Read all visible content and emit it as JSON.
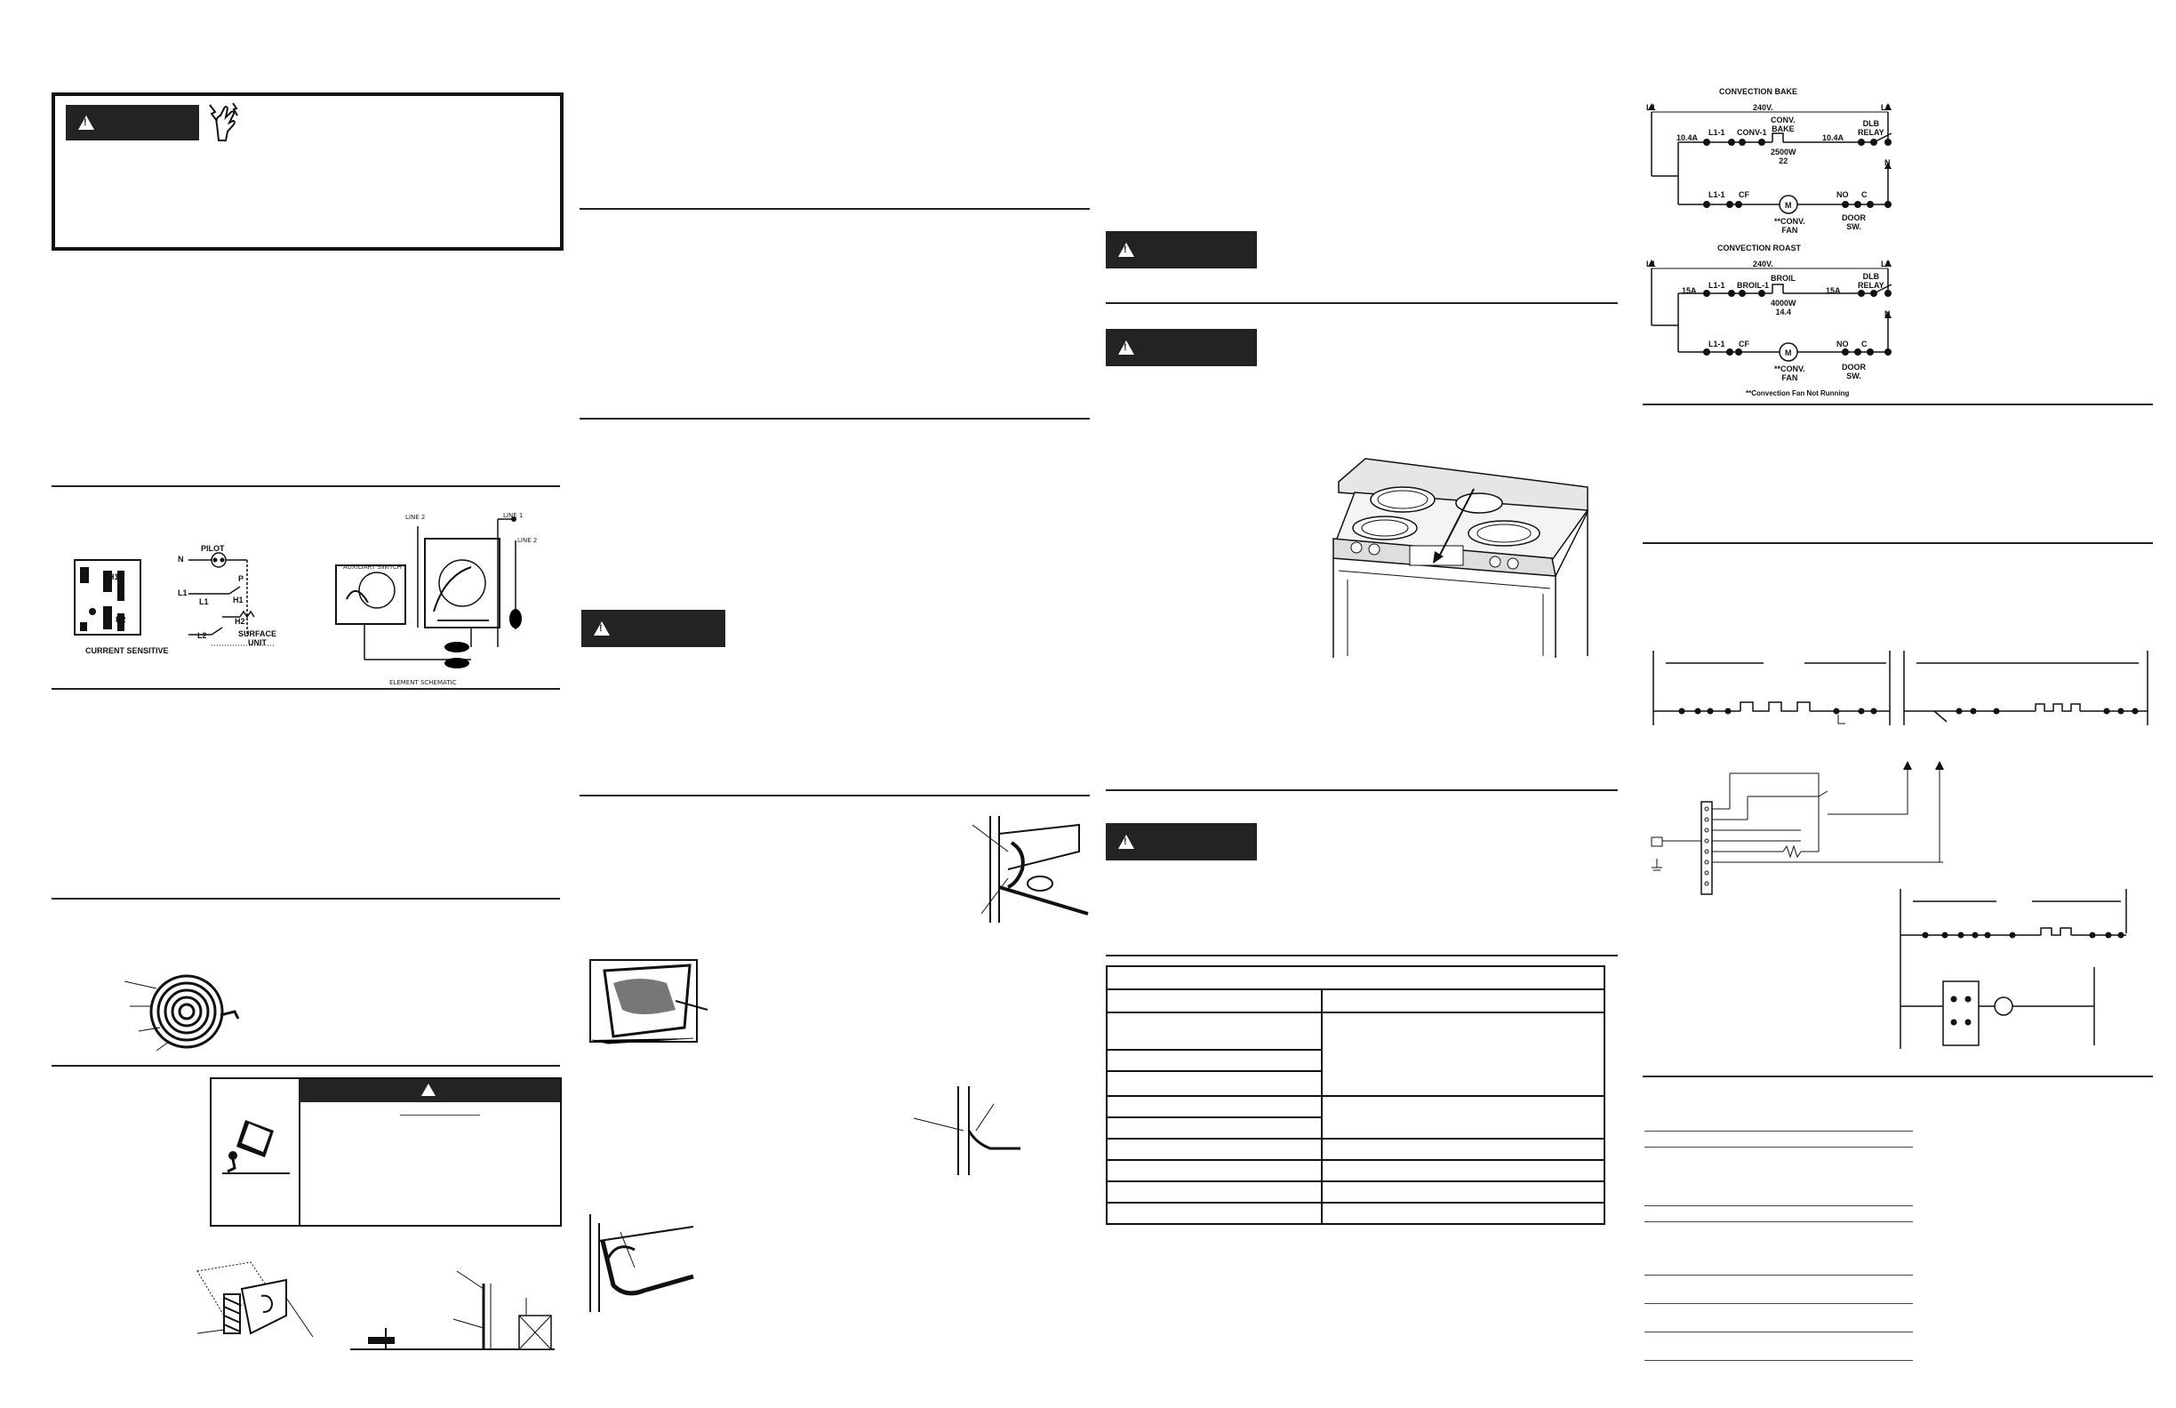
{
  "panel1": {
    "electrical_box_label": "",
    "pilot_label": "PILOT",
    "n_label": "N",
    "l1_label": "L1",
    "l1b_label": "L1",
    "l2_label": "L2",
    "h1_label": "H1",
    "h2_label": "H2",
    "p_label": "P",
    "surface_unit_label": "SURFACE\nUNIT",
    "current_sensitive_label": "CURRENT SENSITIVE",
    "line1_label": "LINE 1",
    "line2_label": "LINE 2",
    "line2b_label": "LINE 2",
    "aux_switch_label": "AUXILIARY SWITCH",
    "element_schematic_label": "ELEMENT SCHEMATIC"
  },
  "schematics": {
    "conv_bake": {
      "title": "CONVECTION BAKE",
      "l1": "L1",
      "l2": "L2",
      "voltage": "240V.",
      "current_left": "10.4A",
      "current_right": "10.4A",
      "sw1": "L1-1",
      "sw2": "CONV-1",
      "element": "CONV.\nBAKE",
      "element_watt": "2500W\n22",
      "relay": "DLB\nRELAY",
      "n": "N",
      "sw3": "L1-1",
      "cf": "CF",
      "motor": "M",
      "fan_label": "**CONV.\nFAN",
      "no": "NO",
      "c": "C",
      "door_sw": "DOOR\nSW."
    },
    "conv_roast": {
      "title": "CONVECTION ROAST",
      "l1": "L1",
      "l2": "L2",
      "voltage": "240V.",
      "current_left": "15A",
      "current_right": "15A",
      "sw1": "L1-1",
      "sw2": "BROIL-1",
      "element": "BROIL",
      "element_watt": "4000W\n14.4",
      "relay": "DLB\nRELAY",
      "n": "N",
      "sw3": "L1-1",
      "cf": "CF",
      "motor": "M",
      "fan_label": "**CONV.\nFAN",
      "no": "NO",
      "c": "C",
      "door_sw": "DOOR\nSW.",
      "footnote": "**Convection Fan Not Running"
    }
  },
  "colors": {
    "ink": "#111111",
    "warning_bar": "#232323",
    "paper": "#ffffff"
  },
  "icons": [
    "warning-triangle-icon",
    "electric-shock-hand-icon",
    "tip-over-icon"
  ]
}
